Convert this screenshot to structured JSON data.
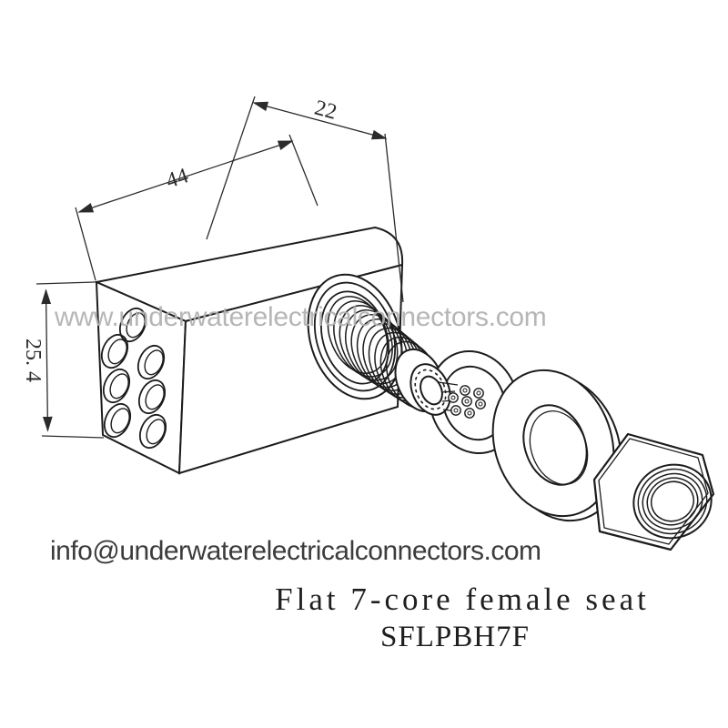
{
  "watermark": {
    "text": "www.underwaterelectricalconnectors.com",
    "color": "#b0b0b0"
  },
  "contact": {
    "email": "info@underwaterelectricalconnectors.com",
    "color": "#3c3c3c"
  },
  "product": {
    "title": "Flat 7-core female seat",
    "model": "SFLPBH7F"
  },
  "dimensions": {
    "length": "44",
    "thread_length": "22",
    "height": "25. 4"
  },
  "drawing": {
    "type": "exploded-view technical drawing",
    "parts": [
      "connector-body",
      "mounting-flange",
      "threaded-stem",
      "pin-insert",
      "o-ring",
      "flat-washer",
      "hex-nut"
    ],
    "core_count": "7"
  },
  "colors": {
    "line": "#1c1c1c",
    "dimension": "#2b2b2b",
    "background": "#ffffff"
  }
}
